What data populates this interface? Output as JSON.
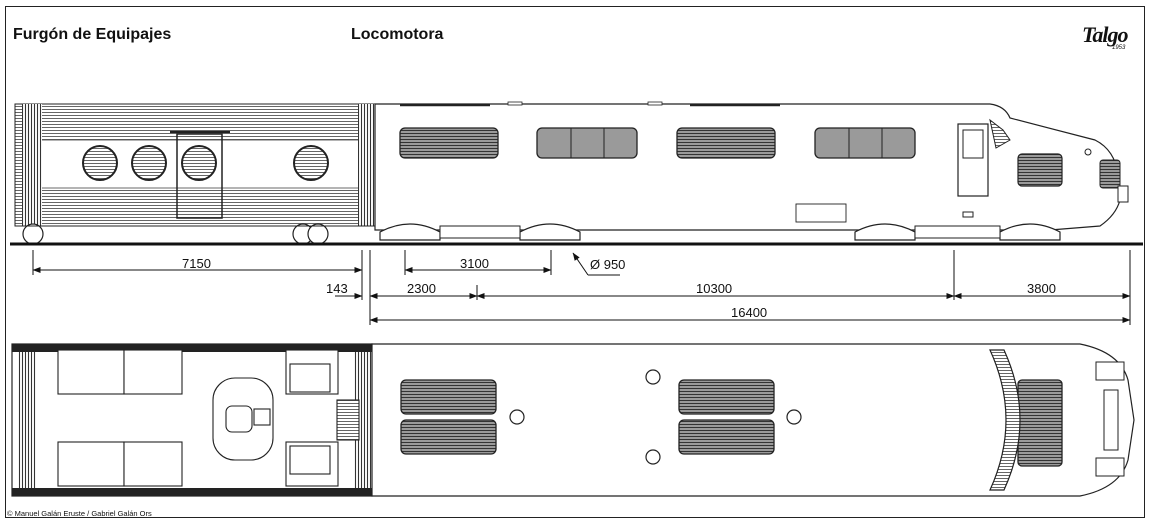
{
  "titles": {
    "baggage_car": "Furgón de Equipajes",
    "locomotive": "Locomotora"
  },
  "logo": {
    "name": "Talgo",
    "year": "1953"
  },
  "copyright": "© Manuel Galán Eruste / Gabriel Galán Ors",
  "dimensions": {
    "baggage_length": "7150",
    "gap": "143",
    "bogie_wheelbase": "3100",
    "wheel_diameter": "Ø 950",
    "front_overhang": "2300",
    "bogie_centers": "10300",
    "rear_overhang": "3800",
    "loco_length": "16400"
  }
}
